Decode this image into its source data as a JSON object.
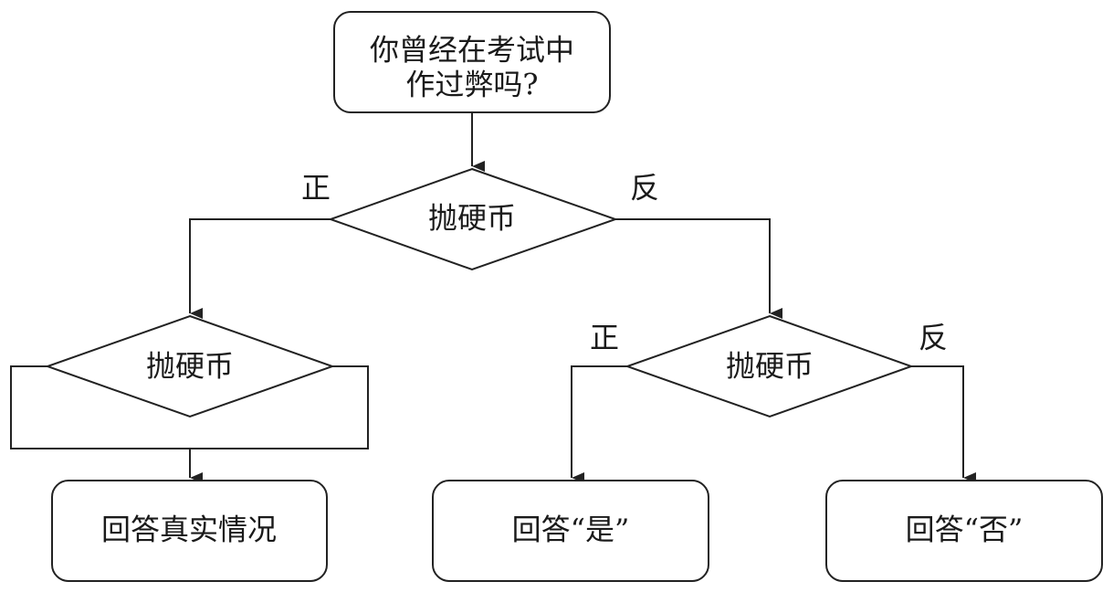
{
  "nodes": {
    "question_line1": "你曾经在考试中",
    "question_line2": "作过弊吗?",
    "coin1": "抛硬币",
    "coin2": "抛硬币",
    "coin3": "抛硬币",
    "answer_truth": "回答真实情况",
    "answer_yes": "回答“是”",
    "answer_no": "回答“否”"
  },
  "branch_labels": {
    "coin1_heads": "正",
    "coin1_tails": "反",
    "coin3_heads": "正",
    "coin3_tails": "反"
  }
}
